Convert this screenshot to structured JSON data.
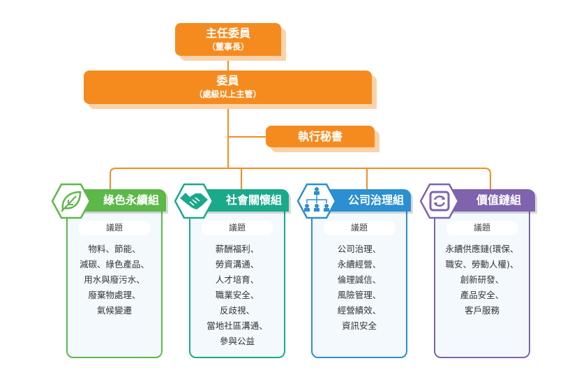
{
  "chair": {
    "title": "主任委員",
    "subtitle": "（董事長）"
  },
  "committee": {
    "title": "委員",
    "subtitle": "（處級以上主管）"
  },
  "secretary": {
    "title": "執行秘書"
  },
  "colors": {
    "orange": "#f58b1f",
    "green": "#5cb848",
    "teal": "#1ba98b",
    "blue": "#2b8fd1",
    "purple": "#7f63ae"
  },
  "groups": [
    {
      "name": "綠色永續組",
      "icon": "leaf-icon",
      "topic_label": "議題",
      "topics": [
        "物料、節能、",
        "減碳、綠色產品、",
        "用水與廢污水、",
        "廢棄物處理、",
        "氣候變遷"
      ]
    },
    {
      "name": "社會關懷組",
      "icon": "handshake-icon",
      "topic_label": "議題",
      "topics": [
        "薪酬福利、",
        "勞資溝通、",
        "人才培育、",
        "職業安全、",
        "反歧視、",
        "當地社區溝通、",
        "參與公益"
      ]
    },
    {
      "name": "公司治理組",
      "icon": "org-chart-icon",
      "topic_label": "議題",
      "topics": [
        "公司治理、",
        "永續經營、",
        "倫理誠信、",
        "風險管理、",
        "經營績效、",
        "資訊安全"
      ]
    },
    {
      "name": "價值鏈組",
      "icon": "cycle-icon",
      "topic_label": "議題",
      "topics": [
        "永續供應鏈(環保、",
        "職安、勞動人權)、",
        "創新研發、",
        "產品安全、",
        "客戶服務"
      ]
    }
  ]
}
